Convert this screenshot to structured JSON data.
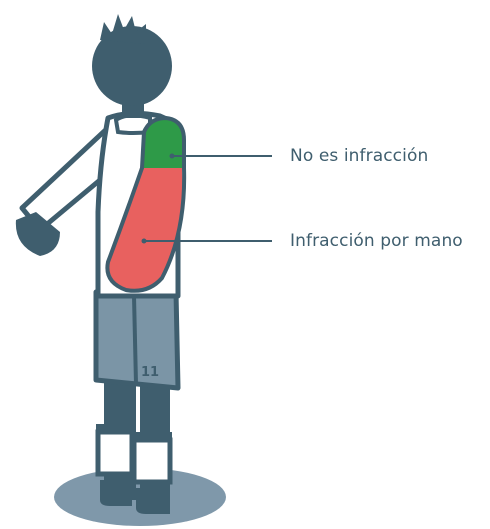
{
  "annotations": {
    "no_infraction": "No es infracción",
    "hand_infraction": "Infracción por mano"
  },
  "player": {
    "shorts_number": "11"
  },
  "colors": {
    "outline": "#3f5e6e",
    "skin_dark": "#3f5e6e",
    "shirt": "#ffffff",
    "shorts": "#7b95a6",
    "legal_zone": "#2e9a48",
    "infraction_zone": "#e8615f",
    "shadow": "#7f98aa"
  }
}
